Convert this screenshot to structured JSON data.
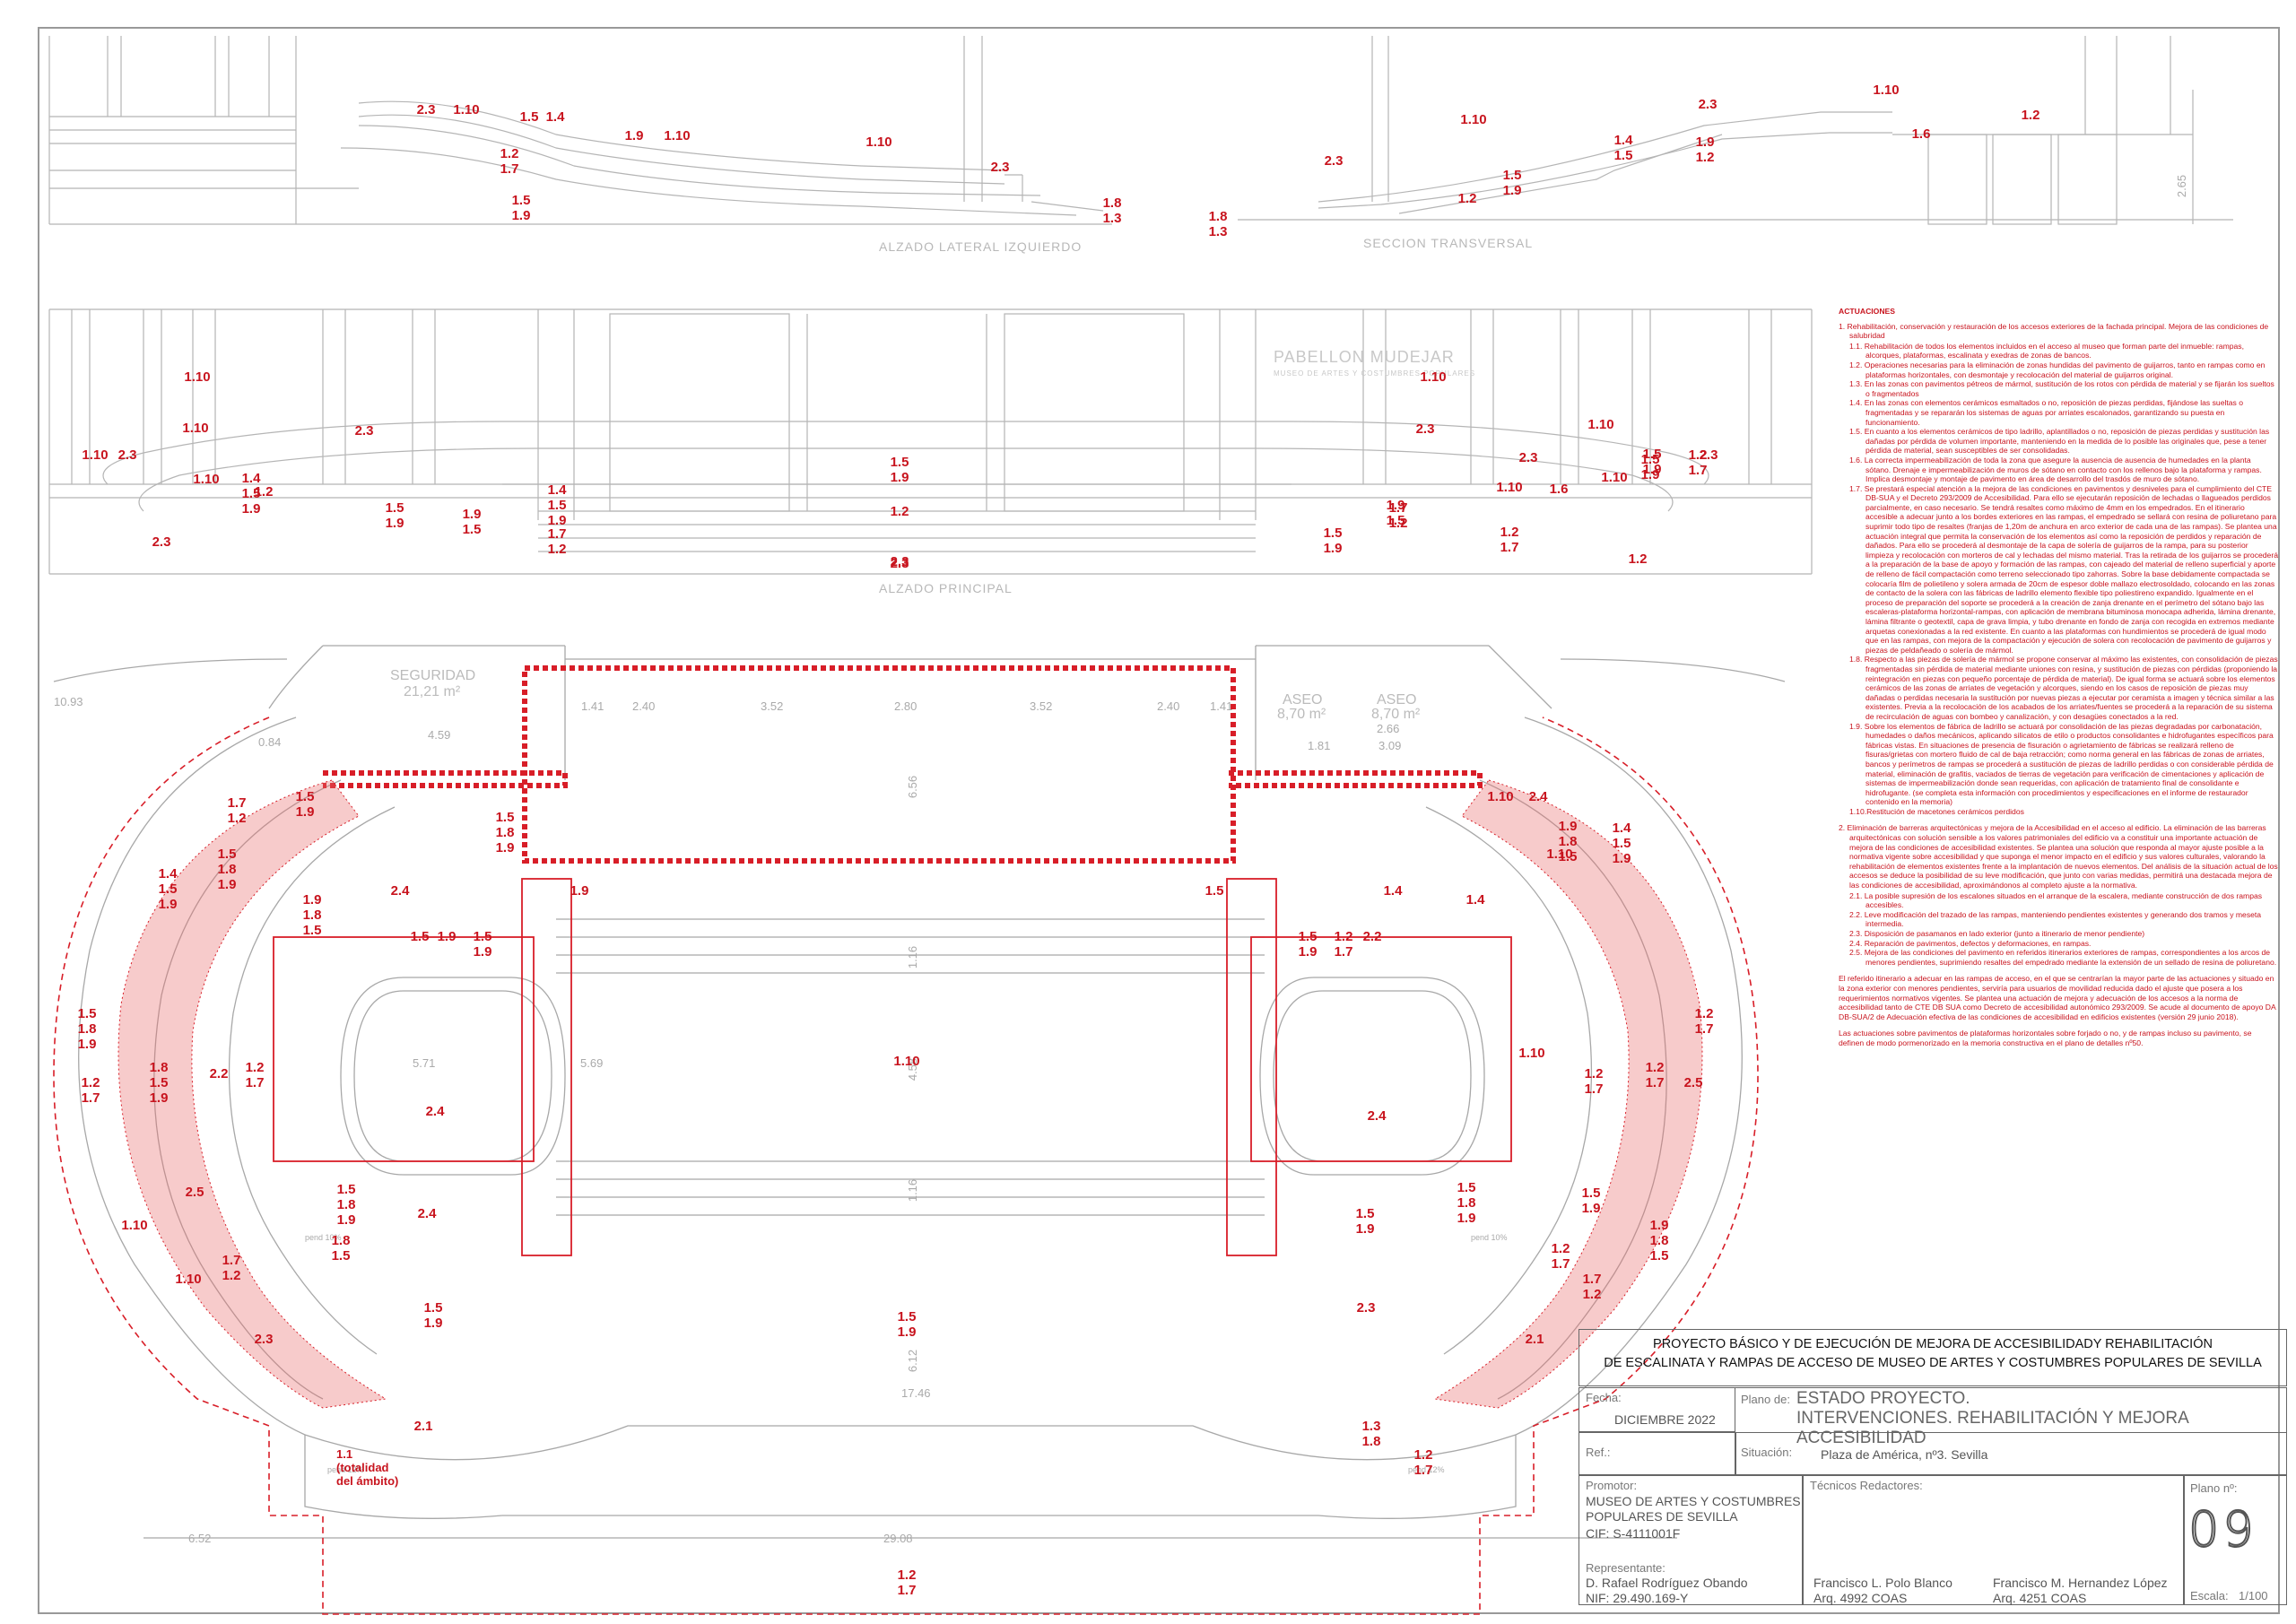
{
  "views": {
    "lateral": "ALZADO LATERAL IZQUIERDO",
    "section": "SECCION TRANSVERSAL",
    "principal": "ALZADO PRINCIPAL",
    "pavilion_name": "PABELLON MUDEJAR",
    "pavilion_sub": "MUSEO DE ARTES Y COSTUMBRES POPULARES"
  },
  "plan": {
    "seguridad_name": "SEGURIDAD",
    "seguridad_area": "21,21 m²",
    "aseo_name": "ASEO",
    "aseo_area": "8,70 m²",
    "pend": "pend 10%",
    "pend12": "pend 12%"
  },
  "dims": [
    "4.59",
    "1.41",
    "2.40",
    "3.52",
    "2.80",
    "3.52",
    "2.40",
    "1.41",
    "6.56",
    "5.71",
    "5.69",
    "4.58",
    "6.12",
    "17.46",
    "29.08",
    "6.52",
    "1.16",
    "1.16",
    "10.93",
    "0.84",
    "1.81",
    "3.09",
    "2.66",
    "2.65"
  ],
  "callouts": [
    "2.3",
    "1.10",
    "1.5",
    "1.4",
    "1.9",
    "1.10",
    "1.2\n1.7",
    "1.5\n1.9",
    "1.10",
    "2.3",
    "1.8\n1.3",
    "1.8\n1.3",
    "2.3",
    "1.10",
    "2.3",
    "1.10",
    "1.2",
    "1.6",
    "1.4\n1.5",
    "1.9\n1.2",
    "1.5\n1.9",
    "1.2",
    "1.10",
    "1.10",
    "2.3",
    "2.3",
    "1.10",
    "1.10",
    "1.10",
    "2.3",
    "1.10",
    "1.5\n1.9",
    "1.2\n1.7",
    "1.4\n1.5\n1.9",
    "1.2",
    "1.4\n1.5\n1.9",
    "1.5\n1.9",
    "1.7\n1.2",
    "1.9\n1.5",
    "1.10",
    "2.3",
    "1.10",
    "2.3",
    "1.5\n1.9",
    "1.9\n1.5",
    "1.5\n1.9",
    "1.2",
    "1.2",
    "2.3",
    "1.5\n1.9",
    "2.3",
    "1.7\n1.2",
    "1.2\n1.7",
    "1.6",
    "2.3",
    "1.5\n1.9",
    "1.7\n1.2",
    "1.5\n1.8\n1.9",
    "1.5\n1.8\n1.9",
    "1.10",
    "1.10",
    "2.4",
    "1.9\n1.8\n1.5",
    "1.4\n1.5\n1.9",
    "1.4\n1.5\n1.9",
    "1.9\n1.8\n1.5",
    "2.4",
    "1.9",
    "1.5",
    "1.4",
    "1.4",
    "1.5",
    "1.9",
    "1.5\n1.9",
    "1.5\n1.9",
    "1.2\n1.7",
    "2.2",
    "1.5\n1.8\n1.9",
    "1.2\n1.7",
    "1.8\n1.5\n1.9",
    "2.2",
    "1.2\n1.7",
    "1.10",
    "1.10",
    "1.2\n1.7",
    "1.2\n1.7",
    "1.2\n1.7",
    "2.5",
    "2.4",
    "2.4",
    "2.5",
    "1.5\n1.8\n1.9",
    "1.5\n1.8\n1.9",
    "1.5\n1.9",
    "2.4",
    "1.5\n1.9",
    "1.10",
    "1.8\n1.5",
    "1.9\n1.8\n1.5",
    "1.10",
    "1.7\n1.2",
    "1.2\n1.7",
    "1.7\n1.2",
    "1.5\n1.9",
    "1.5\n1.9",
    "2.3",
    "2.3",
    "2.1",
    "2.1",
    "1.3\n1.8",
    "1.1\n(totalidad\ndel ámbito)",
    "1.2\n1.7",
    "1.2\n1.7"
  ],
  "actuaciones": {
    "title": "ACTUACIONES",
    "s1": "1.   Rehabilitación, conservación y restauración de los accesos exteriores de la fachada principal. Mejora de las condiciones de salubridad",
    "s1_items": [
      "1.1.  Rehabilitación de todos los elementos incluidos en el acceso al museo que forman parte del inmueble: rampas, alcorques, plataformas, escalinata y exedras de zonas de bancos.",
      "1.2.  Operaciones necesarias para la eliminación de zonas hundidas del pavimento de guijarros, tanto en rampas como en plataformas horizontales, con desmontaje y recolocación del material de guijarros original.",
      "1.3.  En las zonas con pavimentos pétreos de mármol, sustitución de los rotos con pérdida de material y se fijarán los sueltos o fragmentados",
      "1.4.  En las zonas con elementos cerámicos esmaltados o no, reposición de piezas perdidas, fijándose las sueltas o fragmentadas y se repararán los sistemas de aguas por arriates escalonados, garantizando su puesta en funcionamiento.",
      "1.5.  En cuanto a los elementos cerámicos de tipo ladrillo, aplantillados o no, reposición de piezas perdidas y sustitución las dañadas por pérdida de volumen importante, manteniendo en la medida de lo posible las originales que, pese a tener pérdida de material, sean susceptibles de ser consolidadas.",
      "1.6.  La correcta impermeabilización de toda la zona que asegure la ausencia de ausencia de humedades en la planta sótano. Drenaje e impermeabilización de muros de sótano en contacto con los rellenos bajo la plataforma y rampas. Implica desmontaje y montaje de pavimento en área de desarrollo del trasdós de muro de sótano.",
      "1.7.  Se prestará especial atención a la mejora de las condiciones en pavimentos y desniveles para el cumplimiento del CTE DB-SUA y el Decreto 293/2009 de Accesibilidad. Para ello se ejecutarán reposición de lechadas o llagueados perdidos parcialmente, en caso necesario. Se tendrá resaltes como máximo de 4mm en los empedrados. En el itinerario accesible a adecuar junto a los bordes exteriores en las rampas, el empedrado se sellará con resina de poliuretano para suprimir todo tipo de resaltes (franjas de 1,20m de anchura en arco exterior de cada una de las rampas). Se plantea una actuación integral que permita la conservación de los elementos así como la reposición de perdidos y reparación de dañados. Para ello se procederá al desmontaje de la capa de solería de guijarros de la rampa, para su posterior limpieza y recolocación con morteros de cal y lechadas del mismo material. Tras la retirada de los guijarros se procederá a la preparación de la base de apoyo y formación de las rampas, con cajeado del material de relleno superficial y aporte de relleno de fácil compactación como terreno seleccionado tipo zahorras. Sobre la base debidamente compactada se colocaría film de polietileno y solera armada de 20cm de espesor doble mallazo electrosoldado, colocando en las zonas de contacto de la solera con las fábricas de ladrillo elemento flexible tipo poliestireno expandido. Igualmente en el proceso de preparación del soporte se procederá a la creación de zanja drenante en el perímetro del sótano bajo las escaleras-plataforma horizontal-rampas, con aplicación de membrana bituminosa monocapa adherida, lámina drenante, lámina filtrante o geotextil, capa de grava limpia, y tubo drenante en fondo de zanja con recogida en extremos mediante arquetas conexionadas a la red existente. En cuanto a las plataformas con hundimientos se procederá de igual modo que en las rampas, con mejora de la compactación y ejecución de solera con recolocación de pavimento de guijarros y piezas de peldañeado o solería de mármol.",
      "1.8.  Respecto a las piezas de solería de mármol se propone conservar al máximo las existentes, con consolidación de piezas fragmentadas sin pérdida de material mediante uniones con resina, y sustitución de piezas con pérdidas (proponiendo la reintegración en piezas con pequeño porcentaje de pérdida de material). De igual forma se actuará sobre los elementos cerámicos de las zonas de arriates de vegetación y alcorques, siendo en los casos de reposición de piezas muy dañadas o perdidas necesaria la sustitución por nuevas piezas a ejecutar por ceramista a imagen y técnica similar a las existentes. Previa a la recolocación de los acabados de los arriates/fuentes se procederá a la reparación de su sistema de recirculación de aguas con bombeo y canalización, y con desagües conectados a la red.",
      "1.9.  Sobre los elementos de fábrica de ladrillo se actuará por consolidación de las piezas degradadas por carbonatación, humedades o daños mecánicos, aplicando silicatos de etilo o productos consolidantes e hidrofugantes específicos para fábricas vistas. En situaciones de presencia de fisuración o agrietamiento de fábricas se realizará relleno de fisuras/grietas con mortero fluido de cal de baja retracción; como norma general en las fábricas de zonas de arriates, bancos y perímetros de rampas se procederá a sustitución de piezas de ladrillo perdidas o con considerable pérdida de material, eliminación de grafitis, vaciados de tierras de vegetación para verificación de cimentaciones y aplicación de sistemas de impermeabilización donde sean requeridas, con aplicación de tratamiento final de consolidante e hidrofugante. (se completa esta información con procedimientos y especificaciones en el informe de restaurador contenido en la memoria)",
      "1.10.Restitución de macetones cerámicos perdidos"
    ],
    "s2": "2.   Eliminación de barreras arquitectónicas y mejora de la Accesibilidad en el acceso al edificio. La eliminación de las barreras arquitectónicas con solución sensible a los valores patrimoniales del edificio va a constituir una importante actuación de mejora de las condiciones de accesibilidad existentes. Se plantea una solución que responda al mayor ajuste posible a la normativa vigente sobre accesibilidad y que suponga el menor impacto en el edificio y sus valores culturales, valorando la rehabilitación de elementos existentes frente a la implantación de nuevos elementos. Del análisis de la situación actual de los accesos se deduce la posibilidad de su leve modificación, que junto con varias medidas, permitirá una destacada mejora de las condiciones de accesibilidad, aproximándonos al completo ajuste a la normativa.",
    "s2_items": [
      "2.1.  La posible supresión de los escalones situados en el arranque de la escalera, mediante construcción de dos rampas accesibles.",
      "2.2.  Leve modificación del trazado de las rampas, manteniendo pendientes existentes y generando dos tramos y meseta intermedia.",
      "2.3.  Disposición de pasamanos en lado exterior (junto a itinerario de menor pendiente)",
      "2.4.  Reparación de pavimentos, defectos y deformaciones, en rampas.",
      "2.5.  Mejora de las condiciones del pavimento en referidos itinerarios exteriores de rampas, correspondientes a los arcos de menores pendientes, suprimiendo resaltes del empedrado mediante la extensión de un sellado de resina de poliuretano."
    ],
    "p1": "El referido itinerario a adecuar en las rampas de acceso, en el que se centrarían la mayor parte de las actuaciones y situado en la zona exterior con menores pendientes, serviría para usuarios de movilidad reducida dado el ajuste que posera a los requerimientos normativos vigentes. Se plantea una actuación de mejora y adecuación de los accesos a la norma de accesibilidad tanto de CTE DB SUA como Decreto de accesibilidad autonómico 293/2009. Se acude al documento de apoyo DA DB-SUA/2 de Adecuación efectiva de las condiciones de accesibilidad en edificios existentes (versión 29 junio 2018).",
    "p2": "Las actuaciones sobre pavimentos de plataformas horizontales sobre forjado o no, y de rampas incluso su pavimento, se definen de modo pormenorizado en la memoria constructiva en el plano de detalles nº50."
  },
  "title_block": {
    "project_line1": "PROYECTO BÁSICO Y DE EJECUCIÓN DE MEJORA DE ACCESIBILIDADY REHABILITACIÓN",
    "project_line2": "DE ESCALINATA Y RAMPAS DE ACCESO DE MUSEO DE ARTES Y COSTUMBRES POPULARES DE SEVILLA",
    "fecha_label": "Fecha:",
    "fecha": "DICIEMBRE 2022",
    "plano_de_label": "Plano de:",
    "plano_de_1": "ESTADO PROYECTO.",
    "plano_de_2": "INTERVENCIONES. REHABILITACIÓN Y MEJORA ACCESIBILIDAD",
    "ref_label": "Ref.:",
    "situacion_label": "Situación:",
    "situacion": "Plaza de América, nº3. Sevilla",
    "promotor_label": "Promotor:",
    "promotor_1": "MUSEO DE ARTES Y COSTUMBRES",
    "promotor_2": "POPULARES DE SEVILLA",
    "cif": "CIF:  S-4111001F",
    "representante_label": "Representante:",
    "representante": "D. Rafael Rodríguez Obando",
    "nif": "NIF: 29.490.169-Y",
    "tecnicos_label": "Técnicos Redactores:",
    "tec1_name": "Francisco L. Polo Blanco",
    "tec1_arq": "Arq. 4992 COAS",
    "tec2_name": "Francisco M. Hernandez López",
    "tec2_arq": "Arq. 4251 COAS",
    "plano_n_label": "Plano nº:",
    "plano_n": "09",
    "escala_label": "Escala:",
    "escala": "1/100"
  }
}
